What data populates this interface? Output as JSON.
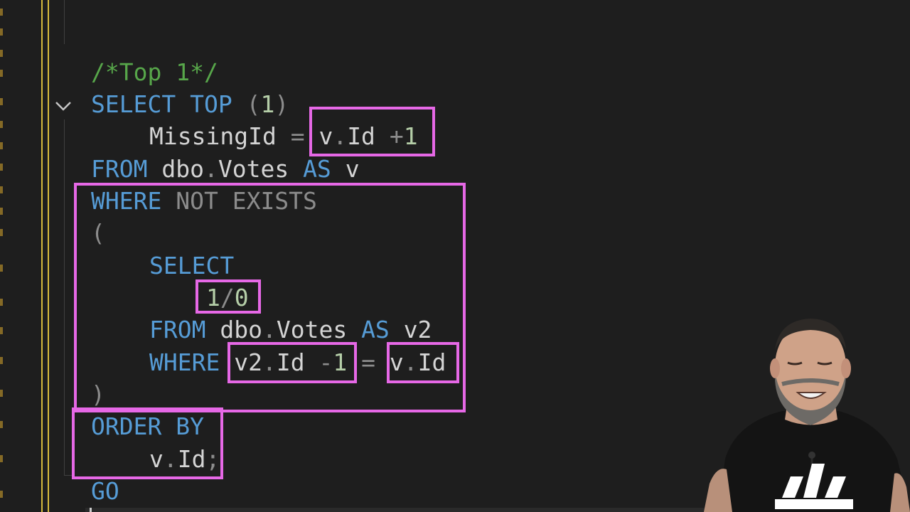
{
  "code": {
    "comment": "/*Top 1*/",
    "select_kw": "SELECT",
    "top_kw": "TOP",
    "top_open": "(",
    "top_num": "1",
    "top_close": ")",
    "missing_id": "MissingId",
    "equals": "=",
    "v_ref": "v",
    "dot": ".",
    "id_col": "Id",
    "plus": "+",
    "one": "1",
    "from_kw": "FROM",
    "dbo": "dbo",
    "votes": "Votes",
    "as_kw": "AS",
    "alias_v": "v",
    "where_kw": "WHERE",
    "not_kw": "NOT",
    "exists_kw": "EXISTS",
    "open_paren": "(",
    "inner_select_kw": "SELECT",
    "div_num1": "1",
    "div_slash": "/",
    "div_num0": "0",
    "inner_from_kw": "FROM",
    "alias_v2": "v2",
    "inner_where_kw": "WHERE",
    "v2_ref": "v2",
    "minus": "-",
    "close_paren": ")",
    "order_kw": "ORDER",
    "by_kw": "BY",
    "semicolon": ";",
    "go_kw": "GO"
  },
  "colors": {
    "keyword": "#569cd6",
    "comment": "#57a64a",
    "number": "#b5cea8",
    "operator": "#8c8c8c",
    "highlight": "#e668e6",
    "guide": "#d7ba3d",
    "background": "#1e1e1e"
  },
  "icons": {
    "fold": "chevron-down-icon"
  }
}
